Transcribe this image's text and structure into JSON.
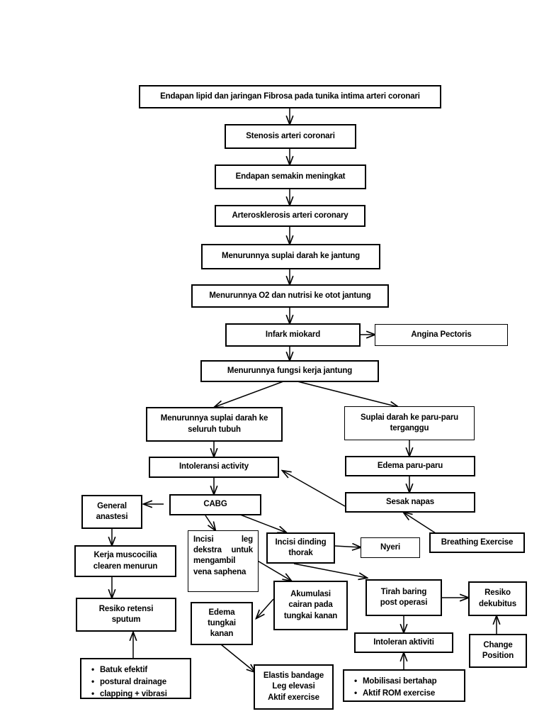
{
  "diagram": {
    "title": "Pathway flowchart - Coronary artery disease / CABG nursing pathway",
    "background": "#ffffff",
    "stroke": "#000000"
  },
  "nodes": {
    "endapan_lipid": {
      "label": "Endapan lipid dan jaringan Fibrosa pada tunika intima arteri coronari"
    },
    "stenosis": {
      "label": "Stenosis arteri coronari"
    },
    "endapan_meningkat": {
      "label": "Endapan semakin meningkat"
    },
    "arterosklerosis": {
      "label": "Arterosklerosis arteri coronary"
    },
    "suplai_darah_jantung": {
      "label": "Menurunnya suplai darah ke jantung"
    },
    "o2_nutrisi": {
      "label": "Menurunnya O2 dan nutrisi ke otot jantung"
    },
    "infark": {
      "label": "Infark miokard"
    },
    "angina": {
      "label": "Angina Pectoris"
    },
    "fungsi_kerja": {
      "label": "Menurunnya fungsi kerja jantung"
    },
    "suplai_seluruh_tubuh": {
      "line1": "Menurunnya suplai darah ke",
      "line2": "seluruh tubuh"
    },
    "suplai_paru": {
      "line1": "Suplai darah ke paru-paru",
      "line2": "terganggu"
    },
    "intoleransi_activity": {
      "label": "Intoleransi activity"
    },
    "edema_paru": {
      "label": "Edema paru-paru"
    },
    "general_anastesi": {
      "line1": "General",
      "line2": "anastesi"
    },
    "cabg": {
      "label": "CABG"
    },
    "sesak_napas": {
      "label": "Sesak napas"
    },
    "kerja_muscocilia": {
      "line1": "Kerja muscocilia",
      "line2": "clearen menurun"
    },
    "incisi_leg": {
      "line1": "Incisi          leg",
      "line2": "dekstra  untuk",
      "line3": "mengambil",
      "line4": "vena saphena"
    },
    "incisi_dinding": {
      "line1": "Incisi dinding",
      "line2": "thorak"
    },
    "nyeri": {
      "label": "Nyeri"
    },
    "breathing_exercise": {
      "label": "Breathing Exercise"
    },
    "resiko_retensi": {
      "line1": "Resiko retensi",
      "line2": "sputum"
    },
    "akumulasi_cairan": {
      "line1": "Akumulasi",
      "line2": "cairan pada",
      "line3": "tungkai kanan"
    },
    "tirah_baring": {
      "line1": "Tirah baring",
      "line2": "post operasi"
    },
    "resiko_dekubitus": {
      "line1": "Resiko",
      "line2": "dekubitus"
    },
    "edema_tungkai": {
      "line1": "Edema",
      "line2": "tungkai",
      "line3": "kanan"
    },
    "intoleran_aktiviti": {
      "label": "Intoleran aktiviti"
    },
    "change_position": {
      "line1": "Change",
      "line2": "Position"
    },
    "batuk_list": {
      "items": [
        "Batuk efektif",
        "postural drainage",
        "clapping + vibrasi"
      ],
      "bullet": "•"
    },
    "elastis_bandage": {
      "line1": "Elastis bandage",
      "line2": "Leg elevasi",
      "line3": "Aktif exercise"
    },
    "mobilisasi_list": {
      "items": [
        "Mobilisasi  bertahap",
        "Aktif ROM exercise"
      ],
      "bullet": "•"
    }
  }
}
